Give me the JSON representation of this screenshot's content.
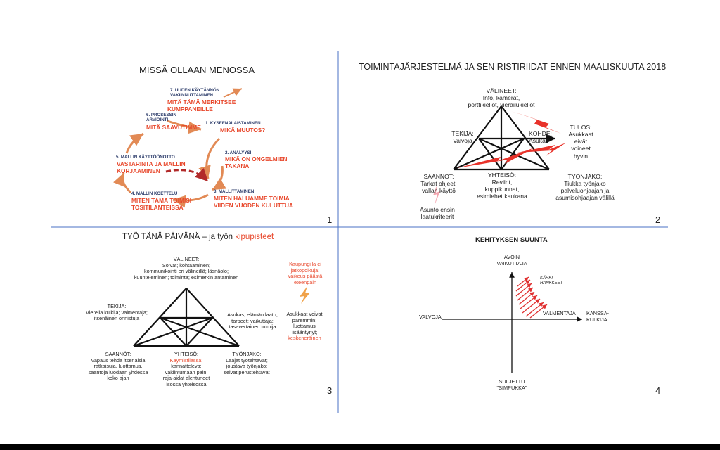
{
  "colors": {
    "background": "#ffffff",
    "divider": "#4a72c4",
    "arrow": "#e28a55",
    "red": "#e8472b",
    "navy": "#2d3d6b"
  },
  "q1": {
    "title": "MISSÄ OLLAAN MENOSSA",
    "page_number": "1",
    "steps": [
      {
        "heading": "7. UUDEN KÄYTÄNNÖN\nVAKIINNUTTAMINEN",
        "question": "MITÄ TÄMÄ MERKITSEE\nKUMPPANEILLE"
      },
      {
        "heading": "6. PROSESSIN\nARVIOINTI",
        "question": "MITÄ SAAVUTIMME"
      },
      {
        "heading": "1.      KYSEENALAISTAMINEN",
        "question": "MIKÄ MUUTOS?"
      },
      {
        "heading": "5. MALLIN KÄYTTÖÖNOTTO",
        "question": "VASTARINTA JA MALLIN\nKORJAAMINEN"
      },
      {
        "heading": "2. ANALYYSI",
        "question": "MIKÄ ON ONGELMIEN\nTAKANA"
      },
      {
        "heading": "3. MALLITTAMINEN",
        "question": "MITEN HALUAMME TOIMIA\nVIIDEN VUODEN KULUTTUA"
      },
      {
        "heading": "4. MALLIN KOETTELU",
        "question": "MITEN TÄMÄ TOIMISI\nTOSITILANTEISSA"
      }
    ]
  },
  "q2": {
    "title": "TOIMINTAJÄRJESTELMÄ JA SEN RISTIRIIDAT ENNEN MAALISKUUTA 2018",
    "page_number": "2",
    "valineet": "VÄLINEET:\nInfo, kamerat,\nporttikiellot, vierailukiellot",
    "tekija": "TEKIJÄ:\nValvoja",
    "kohde": "KOHDE:\nAsukas",
    "tulos": "TULOS:\nAsukkaat\neivät\nvoineet\nhyvin",
    "saannot": "SÄÄNNÖT:\nTarkat ohjeet,\nvallan käyttö",
    "yhteiso": "YHTEISÖ:\nReviirit,\nkuppikunnat,\nesimiehet kaukana",
    "tyonjako": "TYÖNJAKO:\nTiukka työnjako\npalveluohjaajan ja\nasumisohjaajan välillä",
    "note": "Asunto ensin\nlaatukriteerit"
  },
  "q3": {
    "title_main": "TYÖ TÄNÄ PÄIVÄNÄ – ja työn ",
    "title_red": "kipupisteet",
    "page_number": "3",
    "valineet": "VÄLINEET:\nSolvat; kohtaaminen;\nkommunikointi eri välineillä; läsnäolo;\nkuunteleminen; toiminta; esimerkin antaminen",
    "tekija": "TEKIJÄ:\nVierellä kulkija; valmentaja;\nitsenäinen onnistuja",
    "kohde": "Asukas; elämän laatu;\ntarpeet; vaikuttaja;\ntasavertainen toimija",
    "saannot": "SÄÄNNÖT:\nVapaus tehdä itsenäisiä\nratkaisuja, luottamus,\nsääntöjä luodaan yhdessä\nkoko ajan",
    "yhteiso_label": "YHTEISÖ:",
    "yhteiso_red": "Käymistilassa;",
    "yhteiso_rest": "kannatteleva;\nvakiintumaan päin;\nraja-aidat alentuneet\nisossa yhteisössä",
    "tyonjako": "TYÖNJAKO:\nLaajat työtehtävät;\njoustava työnjako;\nselvät perustehtävät",
    "red_note": "Kaupungilla ei\njatkopolkuja;\nvaikeus päästä\neteenpäin",
    "tulos": "Asukkaat voivat\nparemmin;\nluottamus\nlisääntynyt;",
    "tulos_red": "keskeneräinen"
  },
  "q4": {
    "title": "KEHITYKSEN SUUNTA",
    "page_number": "4",
    "top": "AVOIN\nVAIKUTTAJA",
    "bottom": "SULJETTU\n\"SIMPUKKA\"",
    "left": "VALVOJA",
    "right": "KANSSA-\nKULKIJA",
    "mid": "VALMENTAJA",
    "annotation": "KÄRKI-\nHANKKEET"
  }
}
